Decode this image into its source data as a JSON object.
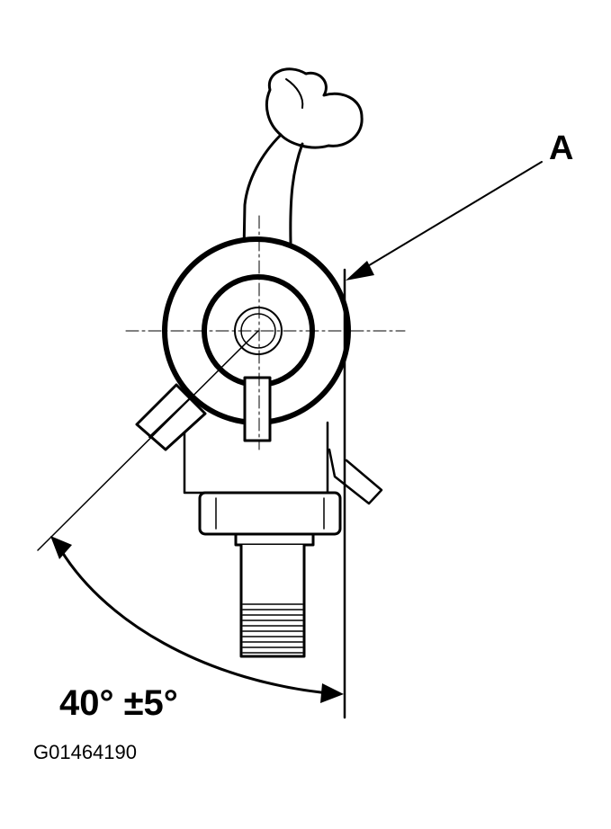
{
  "labels": {
    "callout_a": "A",
    "angle_spec": "40° ±5°",
    "figure_code": "G01464190"
  },
  "colors": {
    "line": "#000000",
    "background": "#ffffff"
  }
}
